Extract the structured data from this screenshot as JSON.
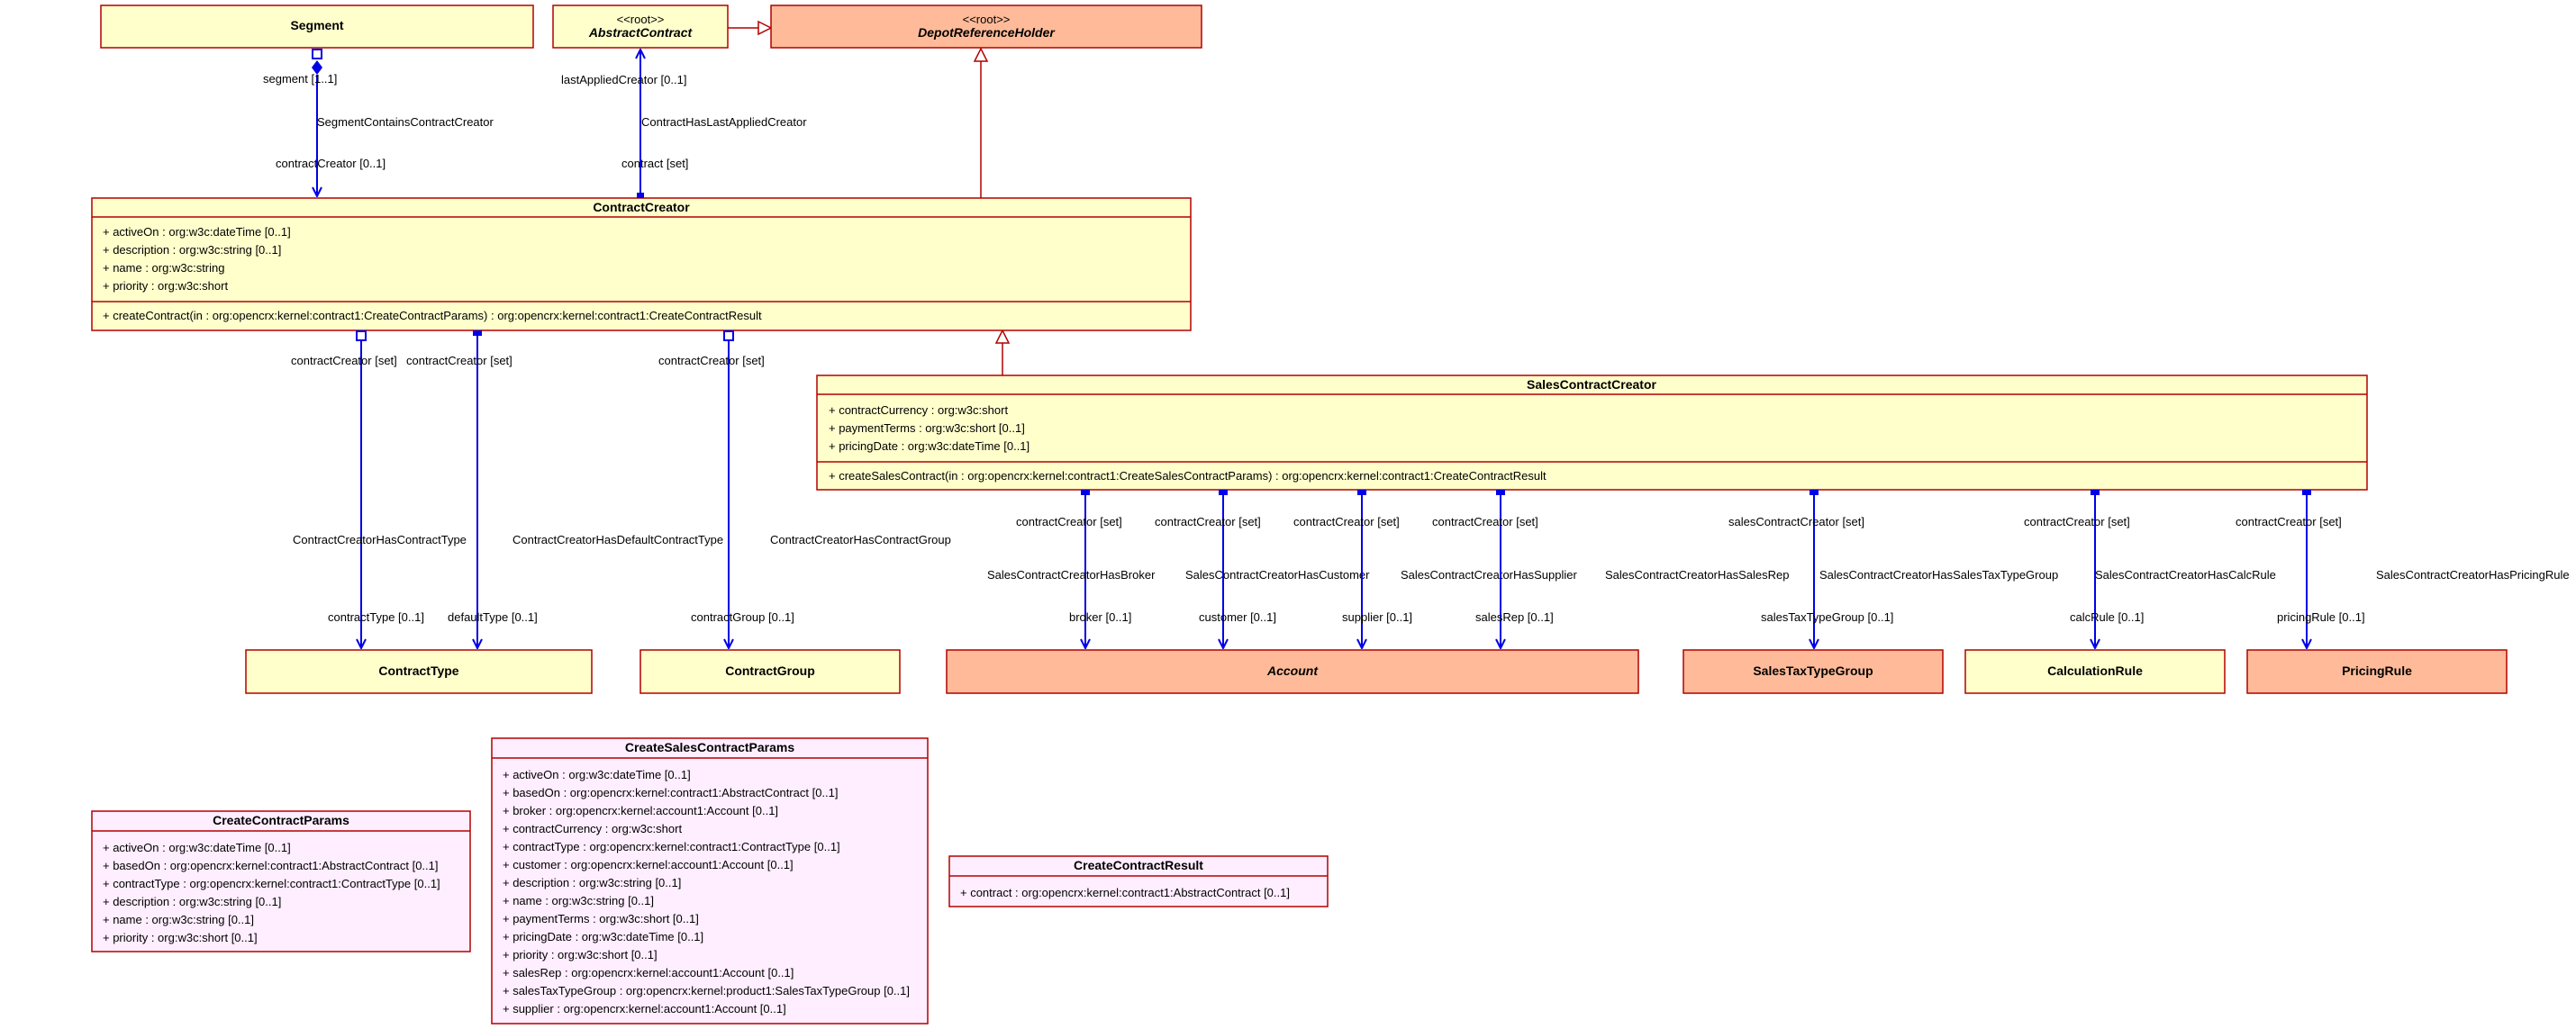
{
  "classes": {
    "segment": {
      "name": "Segment"
    },
    "abstract_contract": {
      "stereotype": "<<root>>",
      "name": "AbstractContract"
    },
    "depot_reference_holder": {
      "stereotype": "<<root>>",
      "name": "DepotReferenceHolder"
    },
    "contract_creator": {
      "name": "ContractCreator",
      "attributes": [
        "+ activeOn : org:w3c:dateTime [0..1]",
        "+ description : org:w3c:string [0..1]",
        "+ name : org:w3c:string",
        "+ priority : org:w3c:short"
      ],
      "operations": [
        "+ createContract(in : org:opencrx:kernel:contract1:CreateContractParams) : org:opencrx:kernel:contract1:CreateContractResult"
      ]
    },
    "sales_contract_creator": {
      "name": "SalesContractCreator",
      "attributes": [
        "+ contractCurrency : org:w3c:short",
        "+ paymentTerms : org:w3c:short [0..1]",
        "+ pricingDate : org:w3c:dateTime [0..1]"
      ],
      "operations": [
        "+ createSalesContract(in : org:opencrx:kernel:contract1:CreateSalesContractParams) : org:opencrx:kernel:contract1:CreateContractResult"
      ]
    },
    "contract_type": {
      "name": "ContractType"
    },
    "contract_group": {
      "name": "ContractGroup"
    },
    "account": {
      "name": "Account"
    },
    "sales_tax_type_group": {
      "name": "SalesTaxTypeGroup"
    },
    "calculation_rule": {
      "name": "CalculationRule"
    },
    "pricing_rule": {
      "name": "PricingRule"
    },
    "create_contract_params": {
      "name": "CreateContractParams",
      "attributes": [
        "+ activeOn : org:w3c:dateTime [0..1]",
        "+ basedOn : org:opencrx:kernel:contract1:AbstractContract [0..1]",
        "+ contractType : org:opencrx:kernel:contract1:ContractType [0..1]",
        "+ description : org:w3c:string [0..1]",
        "+ name : org:w3c:string [0..1]",
        "+ priority : org:w3c:short [0..1]"
      ]
    },
    "create_sales_contract_params": {
      "name": "CreateSalesContractParams",
      "attributes": [
        "+ activeOn : org:w3c:dateTime [0..1]",
        "+ basedOn : org:opencrx:kernel:contract1:AbstractContract [0..1]",
        "+ broker : org:opencrx:kernel:account1:Account [0..1]",
        "+ contractCurrency : org:w3c:short",
        "+ contractType : org:opencrx:kernel:contract1:ContractType [0..1]",
        "+ customer : org:opencrx:kernel:account1:Account [0..1]",
        "+ description : org:w3c:string [0..1]",
        "+ name : org:w3c:string [0..1]",
        "+ paymentTerms : org:w3c:short [0..1]",
        "+ pricingDate : org:w3c:dateTime [0..1]",
        "+ priority : org:w3c:short [0..1]",
        "+ salesRep : org:opencrx:kernel:account1:Account [0..1]",
        "+ salesTaxTypeGroup : org:opencrx:kernel:product1:SalesTaxTypeGroup [0..1]",
        "+ supplier : org:opencrx:kernel:account1:Account [0..1]"
      ]
    },
    "create_contract_result": {
      "name": "CreateContractResult",
      "attributes": [
        "+ contract : org:opencrx:kernel:contract1:AbstractContract [0..1]"
      ]
    }
  },
  "associations": {
    "segment_contains": {
      "name": "SegmentContainsContractCreator",
      "source_role": "segment [1..1]",
      "target_role": "contractCreator [0..1]"
    },
    "last_applied": {
      "name": "ContractHasLastAppliedCreator",
      "source_role": "contract [set]",
      "target_role": "lastAppliedCreator [0..1]"
    },
    "has_contract_type": {
      "name": "ContractCreatorHasContractType",
      "source_role": "contractCreator [set]",
      "target_role": "contractType [0..1]"
    },
    "has_default_type": {
      "name": "ContractCreatorHasDefaultContractType",
      "source_role": "contractCreator [set]",
      "target_role": "defaultType [0..1]"
    },
    "has_contract_group": {
      "name": "ContractCreatorHasContractGroup",
      "source_role": "contractCreator [set]",
      "target_role": "contractGroup [0..1]"
    },
    "has_broker": {
      "name": "SalesContractCreatorHasBroker",
      "source_role": "contractCreator [set]",
      "target_role": "broker [0..1]"
    },
    "has_customer": {
      "name": "SalesContractCreatorHasCustomer",
      "source_role": "contractCreator [set]",
      "target_role": "customer [0..1]"
    },
    "has_supplier": {
      "name": "SalesContractCreatorHasSupplier",
      "source_role": "contractCreator [set]",
      "target_role": "supplier [0..1]"
    },
    "has_sales_rep": {
      "name": "SalesContractCreatorHasSalesRep",
      "source_role": "contractCreator [set]",
      "target_role": "salesRep [0..1]"
    },
    "has_sales_tax_type_group": {
      "name": "SalesContractCreatorHasSalesTaxTypeGroup",
      "source_role": "salesContractCreator [set]",
      "target_role": "salesTaxTypeGroup [0..1]"
    },
    "has_calc_rule": {
      "name": "SalesContractCreatorHasCalcRule",
      "source_role": "contractCreator [set]",
      "target_role": "calcRule [0..1]"
    },
    "has_pricing_rule": {
      "name": "SalesContractCreatorHasPricingRule",
      "source_role": "contractCreator [set]",
      "target_role": "pricingRule [0..1]"
    }
  },
  "colors": {
    "class_fill": "#ffffcc",
    "root_class_fill": "#ffbb99",
    "struct_fill": "#ffeeff",
    "border": "#b20000",
    "association": "#0000e6"
  }
}
